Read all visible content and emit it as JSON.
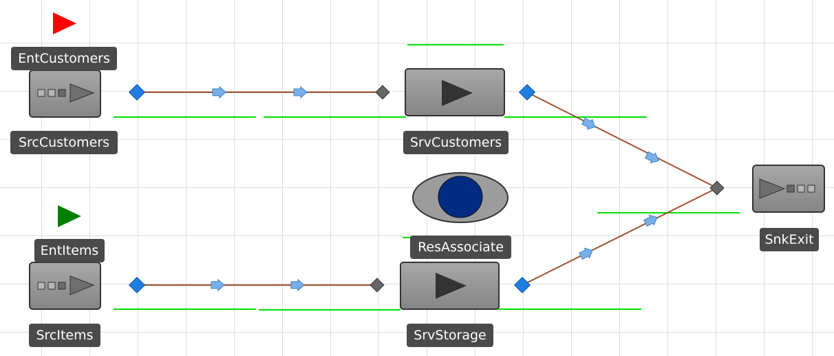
{
  "objects": {
    "ent_customers": {
      "label": "EntCustomers",
      "color": "#ff0000"
    },
    "src_customers": {
      "label": "SrcCustomers"
    },
    "srv_customers": {
      "label": "SrvCustomers"
    },
    "ent_items": {
      "label": "EntItems",
      "color": "#008000"
    },
    "src_items": {
      "label": "SrcItems"
    },
    "res_associate": {
      "label": "ResAssociate",
      "color": "#002b80"
    },
    "srv_storage": {
      "label": "SrvStorage"
    },
    "snk_exit": {
      "label": "SnkExit"
    }
  },
  "colors": {
    "node_input": "#1f7fe0",
    "node_output": "#555555",
    "path": "#a0522d",
    "queue_line": "#00e000",
    "label_bg": "#4a4a4a"
  }
}
